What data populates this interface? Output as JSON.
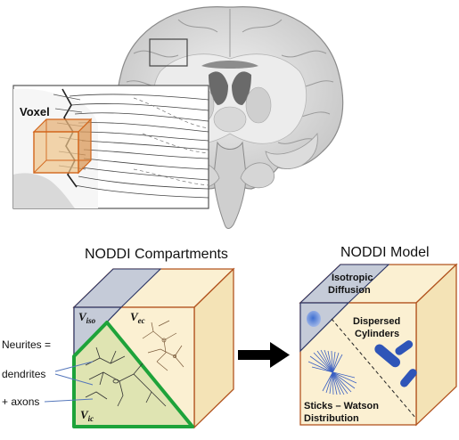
{
  "inset": {
    "voxel_label": "Voxel"
  },
  "compartments": {
    "title": "NODDI Compartments",
    "v_iso": {
      "base": "V",
      "sub": "iso"
    },
    "v_ec": {
      "base": "V",
      "sub": "ec"
    },
    "v_ic": {
      "base": "V",
      "sub": "ic"
    },
    "neurites_line1": "Neurites =",
    "neurites_line2": "dendrites",
    "neurites_line3": "+ axons"
  },
  "model": {
    "title": "NODDI Model",
    "iso_line1": "Isotropic",
    "iso_line2": "Diffusion",
    "dispersed_line1": "Dispersed",
    "dispersed_line2": "Cylinders",
    "sticks_line1": "Sticks – Watson",
    "sticks_line2": "Distribution"
  },
  "colors": {
    "cube_fill": "#fbf0d2",
    "cube_side": "#f4e3b6",
    "cube_edge": "#b2541f",
    "iso_fill": "#c5cbd8",
    "iso_edge": "#2a3566",
    "neurite_fill": "#dfe4b2",
    "neurite_edge": "#1ea33a",
    "accent_blue": "#2f55b8",
    "voxel_orange": "#d2661c"
  }
}
